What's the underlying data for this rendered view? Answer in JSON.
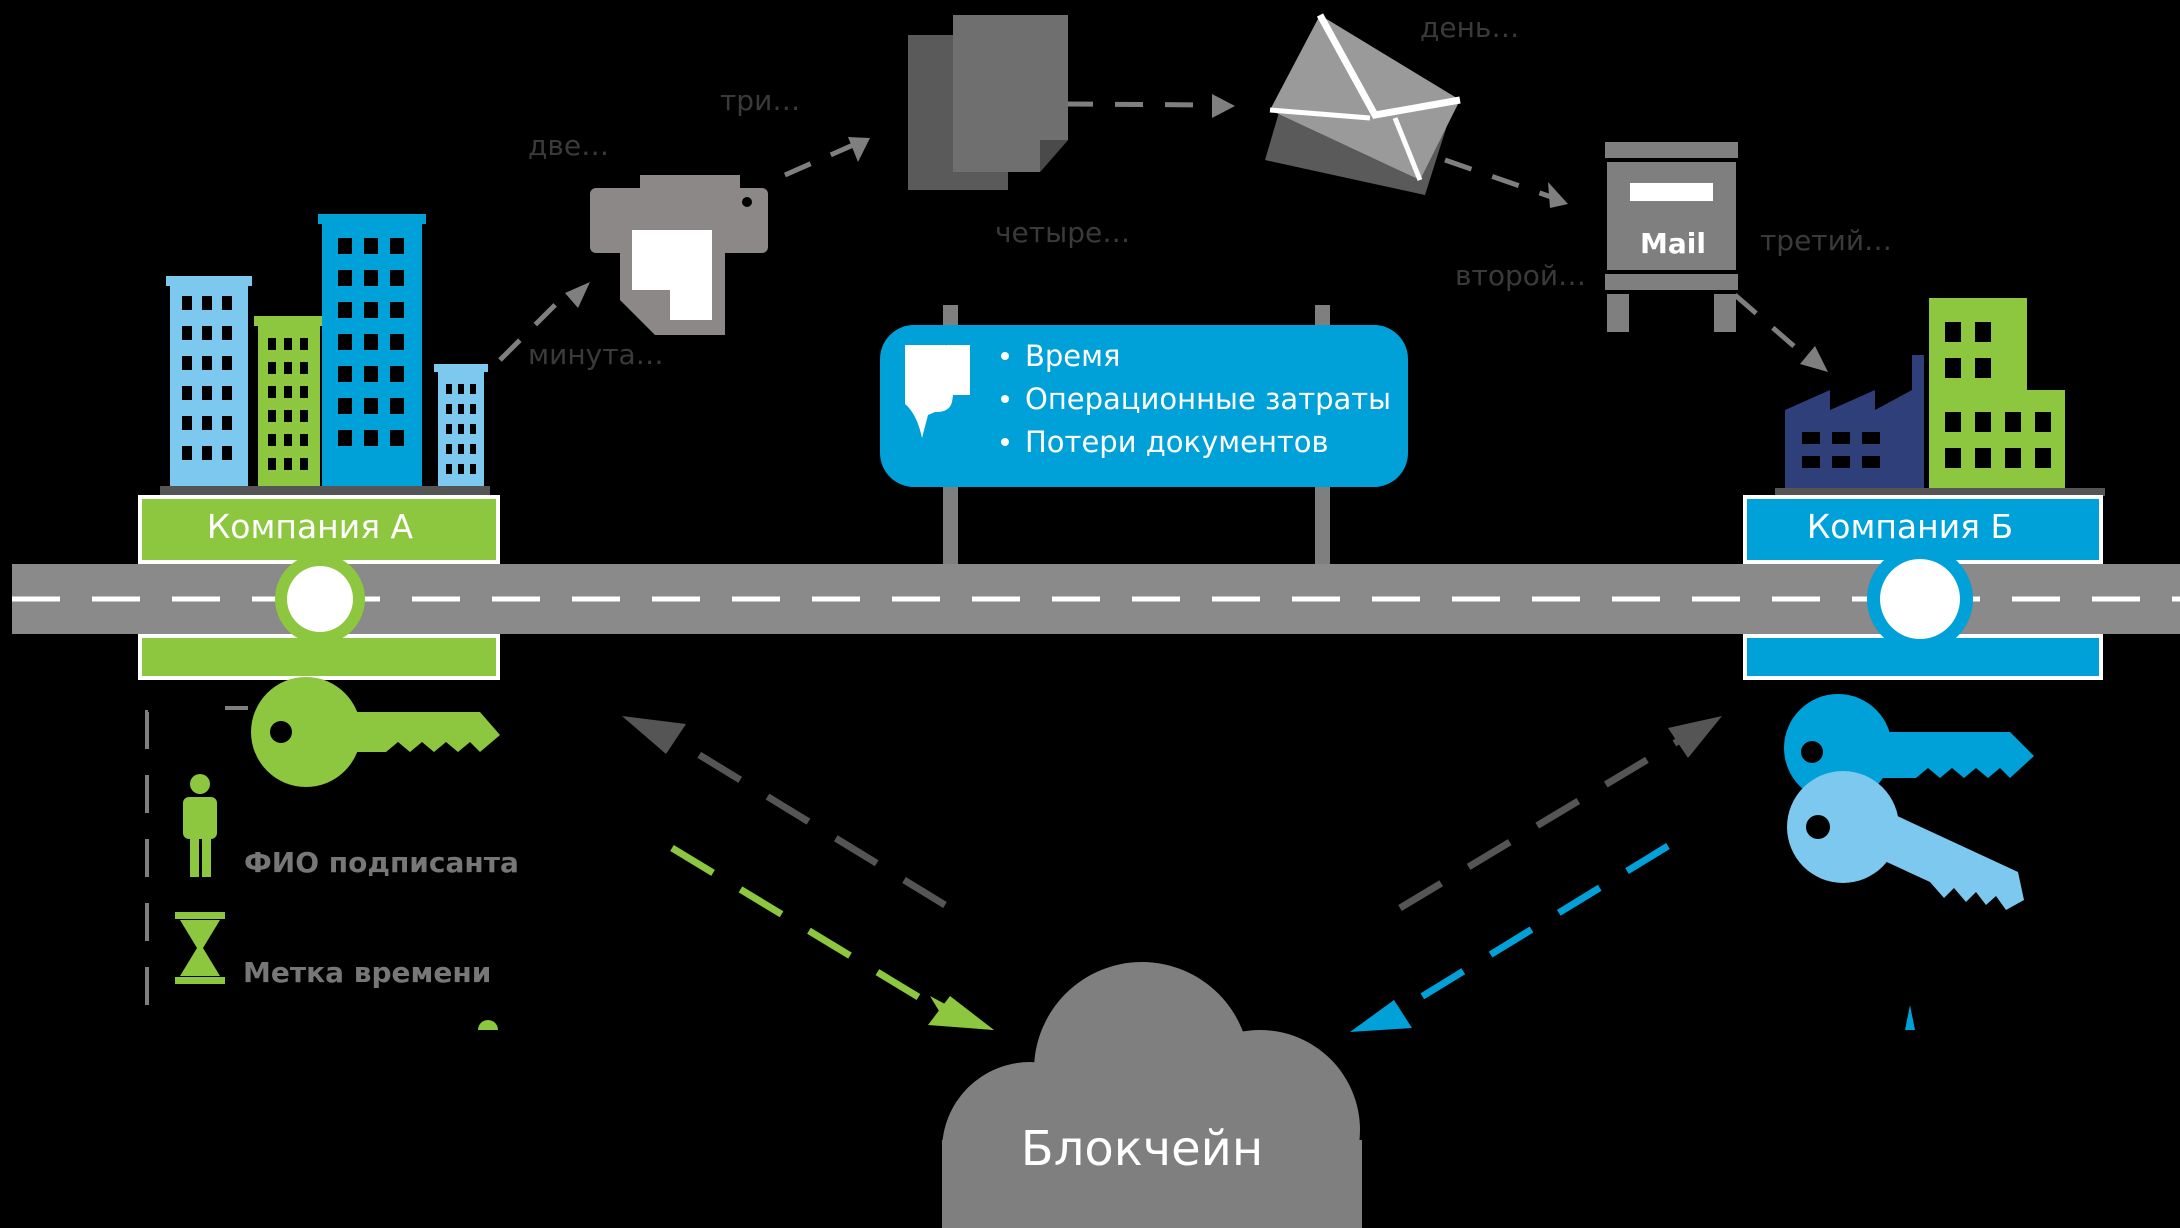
{
  "colors": {
    "background": "#000000",
    "green": "#8dc63f",
    "blue": "#00a0d8",
    "light_blue": "#7cc8ee",
    "navy": "#2e3f7a",
    "gray": "#7f7f7f",
    "road": "#8a8a8a",
    "dark_label": "#3a3a3a"
  },
  "companies": {
    "a": {
      "label": "Компания А",
      "color": "#8dc63f"
    },
    "b": {
      "label": "Компания Б",
      "color": "#00a0d8"
    }
  },
  "paper_route": {
    "step_labels": [
      "минута…",
      "две…",
      "три…",
      "четыре…",
      "день…",
      "второй…",
      "третий…"
    ]
  },
  "problems": {
    "icon": "thumbs-down-icon",
    "items": [
      "Время",
      "Операционные затраты",
      "Потери документов"
    ]
  },
  "mailbox": {
    "label": "Mail"
  },
  "signature_legend": {
    "items": [
      {
        "icon": "person-icon",
        "label": "ФИО подписанта"
      },
      {
        "icon": "hourglass-icon",
        "label": "Метка времени"
      }
    ]
  },
  "cloud": {
    "label": "Блокчейн"
  }
}
